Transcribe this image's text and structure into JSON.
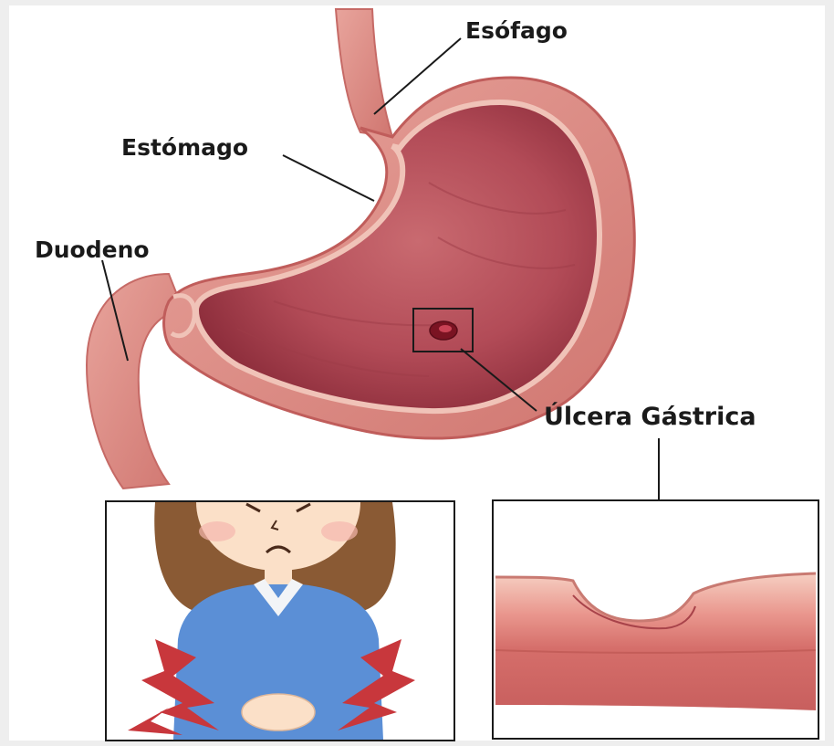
{
  "labels": {
    "esophagus": "Esófago",
    "stomach": "Estómago",
    "duodenum": "Duodeno",
    "ulcer": "Úlcera Gástrica"
  },
  "colors": {
    "outer_wall": "#d6807a",
    "wall_light": "#f0c3b8",
    "interior": "#b84d58",
    "interior_dark": "#8e2e3c",
    "ulcer": "#7a1322",
    "shirt": "#5b8fd6",
    "hair": "#8a5a34",
    "skin": "#fbe0c8",
    "pain": "#c8373c"
  }
}
